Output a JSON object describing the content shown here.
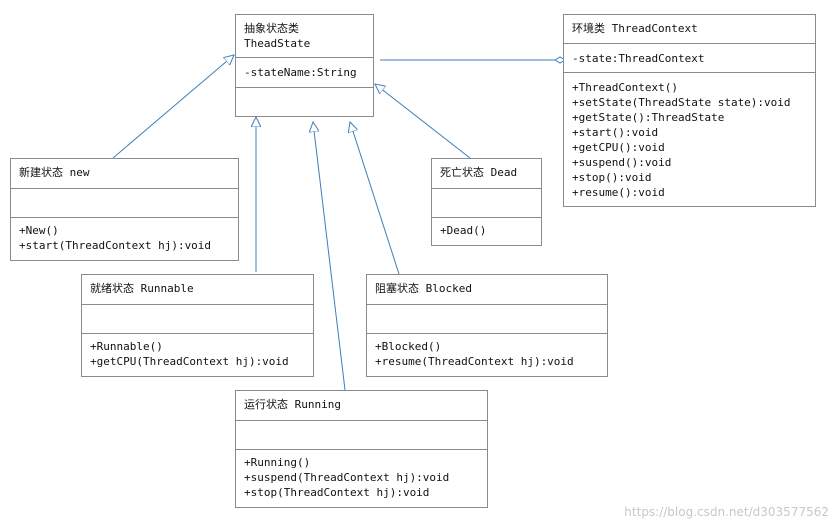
{
  "classes": {
    "thread_state": {
      "name": [
        "抽象状态类",
        "TheadState"
      ],
      "attributes": [
        "-stateName:String"
      ],
      "operations": []
    },
    "thread_context": {
      "name": [
        "环境类 ThreadContext"
      ],
      "attributes": [
        "-state:ThreadContext"
      ],
      "operations": [
        "+ThreadContext()",
        "+setState(ThreadState state):void",
        "+getState():ThreadState",
        "+start():void",
        "+getCPU():void",
        "+suspend():void",
        "+stop():void",
        "+resume():void"
      ]
    },
    "new_state": {
      "name": [
        "新建状态 new"
      ],
      "attributes": [],
      "operations": [
        "+New()",
        "+start(ThreadContext hj):void"
      ]
    },
    "dead_state": {
      "name": [
        "死亡状态 Dead"
      ],
      "attributes": [],
      "operations": [
        "+Dead()"
      ]
    },
    "runnable_state": {
      "name": [
        "就绪状态 Runnable"
      ],
      "attributes": [],
      "operations": [
        "+Runnable()",
        "+getCPU(ThreadContext hj):void"
      ]
    },
    "blocked_state": {
      "name": [
        "阻塞状态 Blocked"
      ],
      "attributes": [],
      "operations": [
        "+Blocked()",
        "+resume(ThreadContext hj):void"
      ]
    },
    "running_state": {
      "name": [
        "运行状态 Running"
      ],
      "attributes": [],
      "operations": [
        "+Running()",
        "+suspend(ThreadContext hj):void",
        "+stop(ThreadContext hj):void"
      ]
    }
  },
  "watermark": "https://blog.csdn.net/d303577562",
  "colors": {
    "connector": "#3d7fb8",
    "border": "#8a8a8a"
  }
}
